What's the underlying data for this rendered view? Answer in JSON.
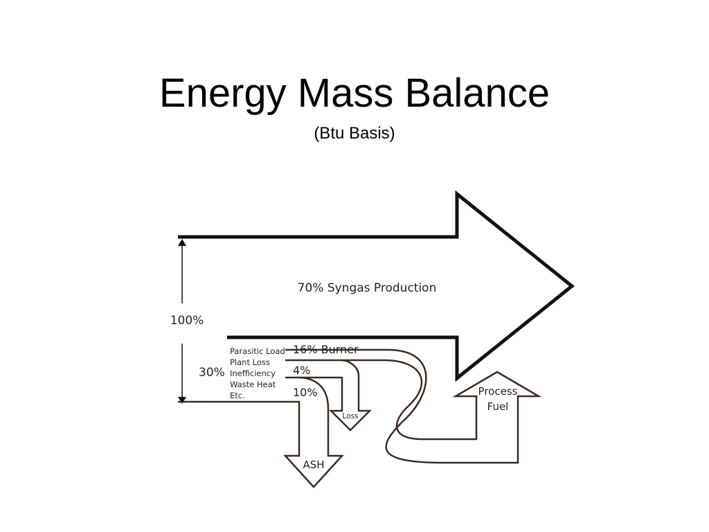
{
  "title": "Energy Mass Balance",
  "subtitle": "(Btu Basis)",
  "diagram": {
    "main_label": "70% Syngas Production",
    "total_label": "100%",
    "loss_total_label": "30%",
    "loss_categories": [
      "Parasitic Load",
      "Plant Loss",
      "Inefficiency",
      "Waste Heat",
      "Etc."
    ],
    "burner_label": "16% Burner",
    "loss_pct_label": "4%",
    "ash_pct_label": "10%",
    "loss_label": "Loss",
    "ash_label": "ASH",
    "process_fuel_label_1": "Process",
    "process_fuel_label_2": "Fuel"
  },
  "colors": {
    "outline": "#111111",
    "branch_outline": "#3a2a22"
  }
}
